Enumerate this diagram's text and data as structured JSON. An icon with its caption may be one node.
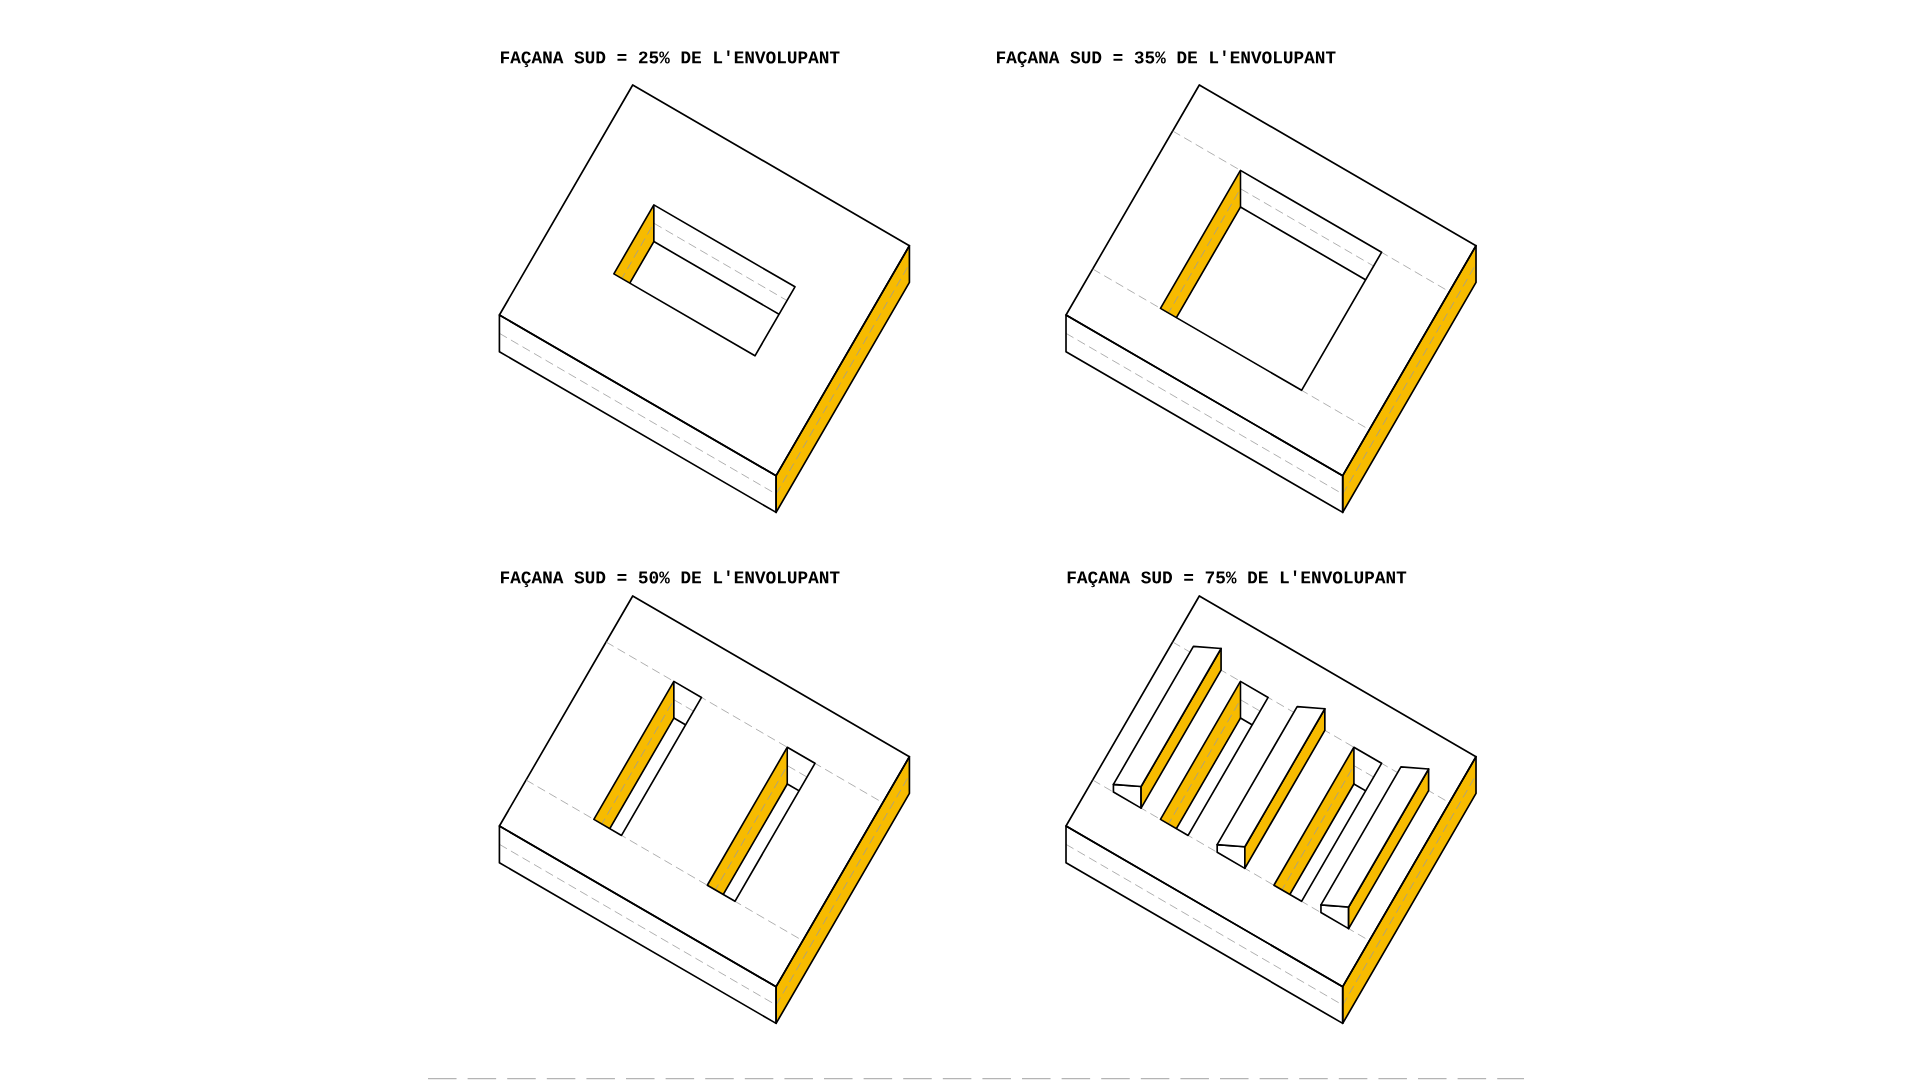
{
  "diagram": {
    "labels": [
      "FAÇANA SUD = 25% DE L'ENVOLUPANT",
      "FAÇANA SUD = 35% DE L'ENVOLUPANT",
      "FAÇANA SUD = 50% DE L'ENVOLUPANT",
      "FAÇANA SUD = 75% DE L'ENVOLUPANT"
    ]
  }
}
